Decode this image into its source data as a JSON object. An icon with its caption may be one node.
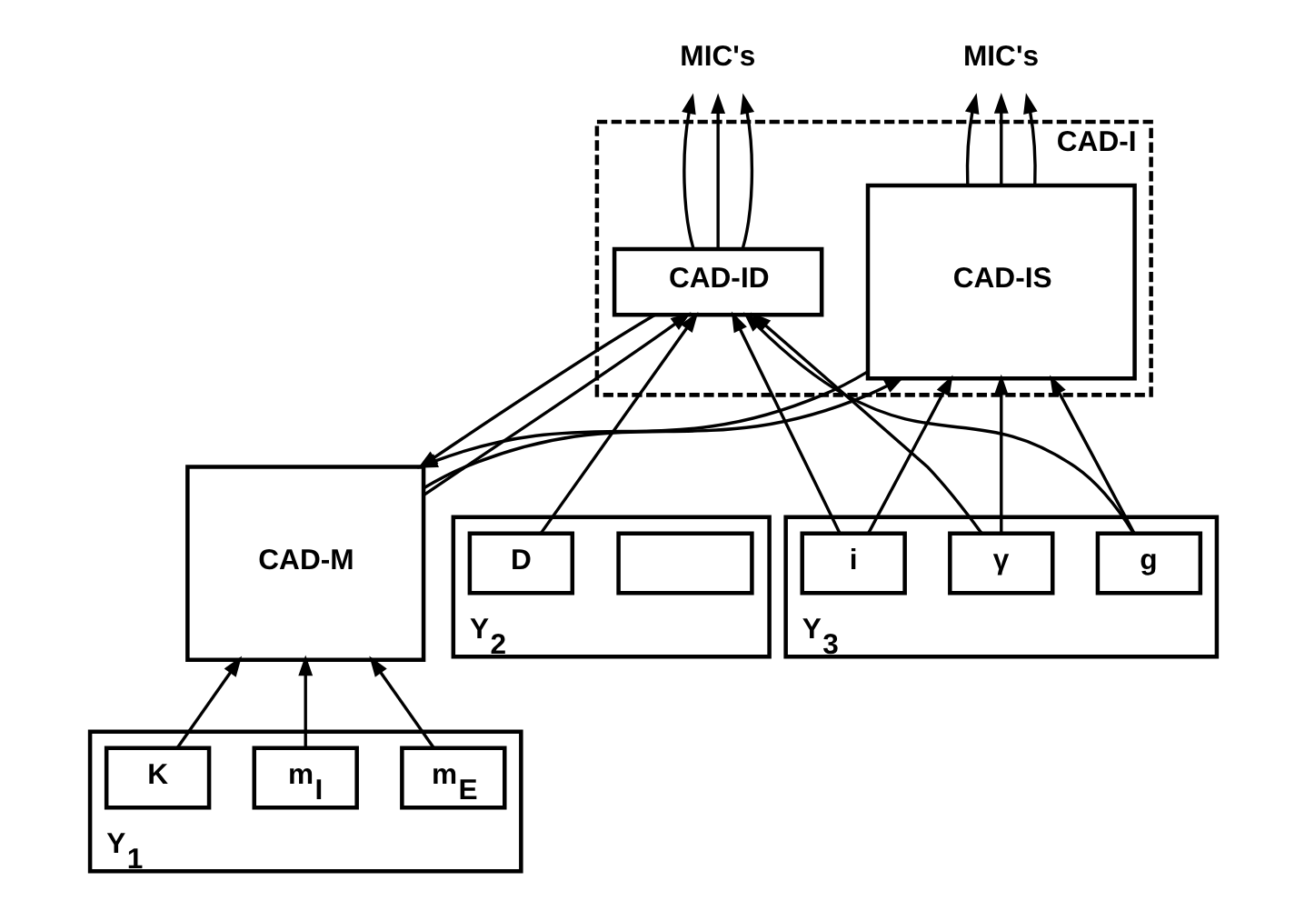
{
  "diagram": {
    "nodes": [
      {
        "text": [
          "MIC's"
        ]
      },
      {
        "text": [
          "MIC's"
        ]
      },
      {
        "text": [
          "CAD-M"
        ]
      },
      {
        "text": [
          "CAD-I"
        ]
      },
      {
        "text": [
          "CAD-ID"
        ],
        "in": 3
      },
      {
        "text": [
          "CAD-IS"
        ],
        "in": 3
      },
      {
        "text": [
          "Y$_{1}$"
        ]
      },
      {
        "text": [
          "K"
        ],
        "in": 6
      },
      {
        "text": [
          "m$_{I}$"
        ],
        "in": 6
      },
      {
        "text": [
          "m$_{E}$"
        ],
        "in": 6
      },
      {
        "text": [
          "Y$_{2}$"
        ]
      },
      {
        "text": [
          "D"
        ],
        "in": 10
      },
      {
        "text": [],
        "shape": "box",
        "in": 10
      },
      {
        "text": [
          "Y$_{3}$"
        ]
      },
      {
        "text": [
          "g"
        ],
        "in": 13
      },
      {
        "text": [
          "i"
        ],
        "in": 13
      },
      {
        "text": [
          "γ"
        ],
        "in": 13
      }
    ],
    "edges": [
      {
        "from": 7,
        "to": 2,
        "arrow": "to"
      },
      {
        "from": 8,
        "to": 2,
        "arrow": "to"
      },
      {
        "from": 9,
        "to": 2,
        "arrow": "to"
      },
      {
        "from": 11,
        "to": 4,
        "arrow": "to"
      },
      {
        "from": 2,
        "to": 4,
        "arrow": "to"
      },
      {
        "from": 2,
        "to": 5,
        "arrow": "to"
      },
      {
        "from": 16,
        "to": 4,
        "arrow": "to"
      },
      {
        "from": 16,
        "to": 5,
        "arrow": "to"
      },
      {
        "from": 15,
        "to": 4,
        "arrow": "to"
      },
      {
        "from": 15,
        "to": 5,
        "arrow": "to"
      },
      {
        "from": 14,
        "to": 4,
        "arrow": "to"
      },
      {
        "from": 14,
        "to": 5,
        "arrow": "to"
      },
      {
        "from": 5,
        "to": 2,
        "arrow": "to"
      },
      {
        "from": 4,
        "to": 2,
        "arrow": "to"
      },
      {
        "from": 4,
        "to": 0,
        "arrow": "to"
      },
      {
        "from": 4,
        "to": 0,
        "arrow": "to"
      },
      {
        "from": 4,
        "to": 0,
        "arrow": "to"
      },
      {
        "from": 5,
        "to": 1,
        "arrow": "to"
      },
      {
        "from": 5,
        "to": 1,
        "arrow": "to"
      },
      {
        "from": 5,
        "to": 1,
        "arrow": "to"
      }
    ]
  }
}
